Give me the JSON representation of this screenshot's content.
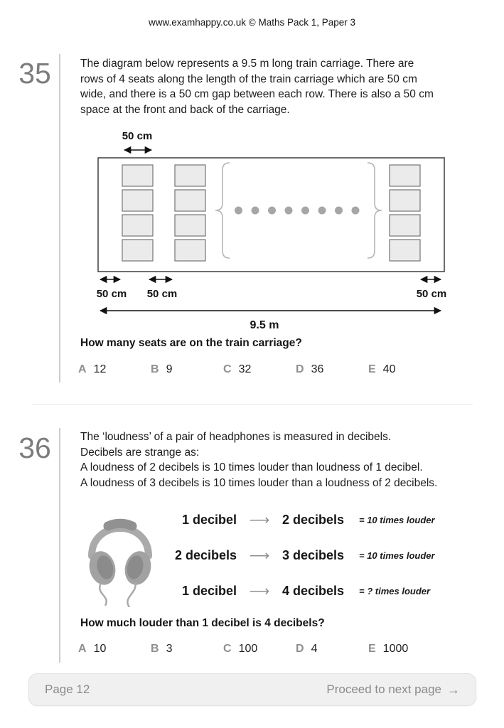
{
  "header": {
    "title": "www.examhappy.co.uk © Maths Pack 1, Paper 3"
  },
  "questions": [
    {
      "number": "35",
      "prompt_lines": [
        "The diagram below represents a 9.5 m long train carriage. There are",
        "rows of 4 seats along the length of the train carriage which are 50 cm",
        "wide, and there is a 50 cm gap between each row. There is also a 50 cm",
        "space at the front and back of the carriage."
      ],
      "diagram": {
        "seat_width_label": "50 cm",
        "front_gap_label": "50 cm",
        "row_gap_label": "50 cm",
        "back_gap_label": "50 cm",
        "length_label": "9.5 m",
        "visible_seat_columns": 3,
        "seats_per_column": 4,
        "hidden_rows_dot_count": 8
      },
      "question": "How many seats are on the train carriage?",
      "options": [
        {
          "letter": "A",
          "value": "12"
        },
        {
          "letter": "B",
          "value": "9"
        },
        {
          "letter": "C",
          "value": "32"
        },
        {
          "letter": "D",
          "value": "36"
        },
        {
          "letter": "E",
          "value": "40"
        }
      ]
    },
    {
      "number": "36",
      "prompt_lines": [
        "The ‘loudness’ of a pair of headphones is measured in decibels.",
        "Decibels are strange as:",
        "A loudness of 2 decibels is 10 times louder than loudness of 1 decibel.",
        "A loudness of 3 decibels is 10 times louder than a loudness of 2 decibels."
      ],
      "diagram_rows": [
        {
          "from": "1 decibel",
          "arrow": "⟶",
          "to": "2 decibels",
          "note": "= 10 times louder"
        },
        {
          "from": "2 decibels",
          "arrow": "⟶",
          "to": "3 decibels",
          "note": "= 10 times louder"
        },
        {
          "from": "1 decibel",
          "arrow": "⟶",
          "to": "4 decibels",
          "note": "= ? times louder"
        }
      ],
      "question": "How much louder than 1 decibel is 4 decibels?",
      "options": [
        {
          "letter": "A",
          "value": "10"
        },
        {
          "letter": "B",
          "value": "3"
        },
        {
          "letter": "C",
          "value": "100"
        },
        {
          "letter": "D",
          "value": "4"
        },
        {
          "letter": "E",
          "value": "1000"
        }
      ]
    }
  ],
  "footer": {
    "page_label": "Page 12",
    "proceed_label": "Proceed to next page",
    "proceed_arrow": "→"
  },
  "colors": {
    "text": "#1c1c1c",
    "muted_gray": "#7d7d7d",
    "seat_fill": "#ebebeb",
    "dot_gray": "#a6a6a6",
    "footer_bg": "#f0f0f0"
  }
}
